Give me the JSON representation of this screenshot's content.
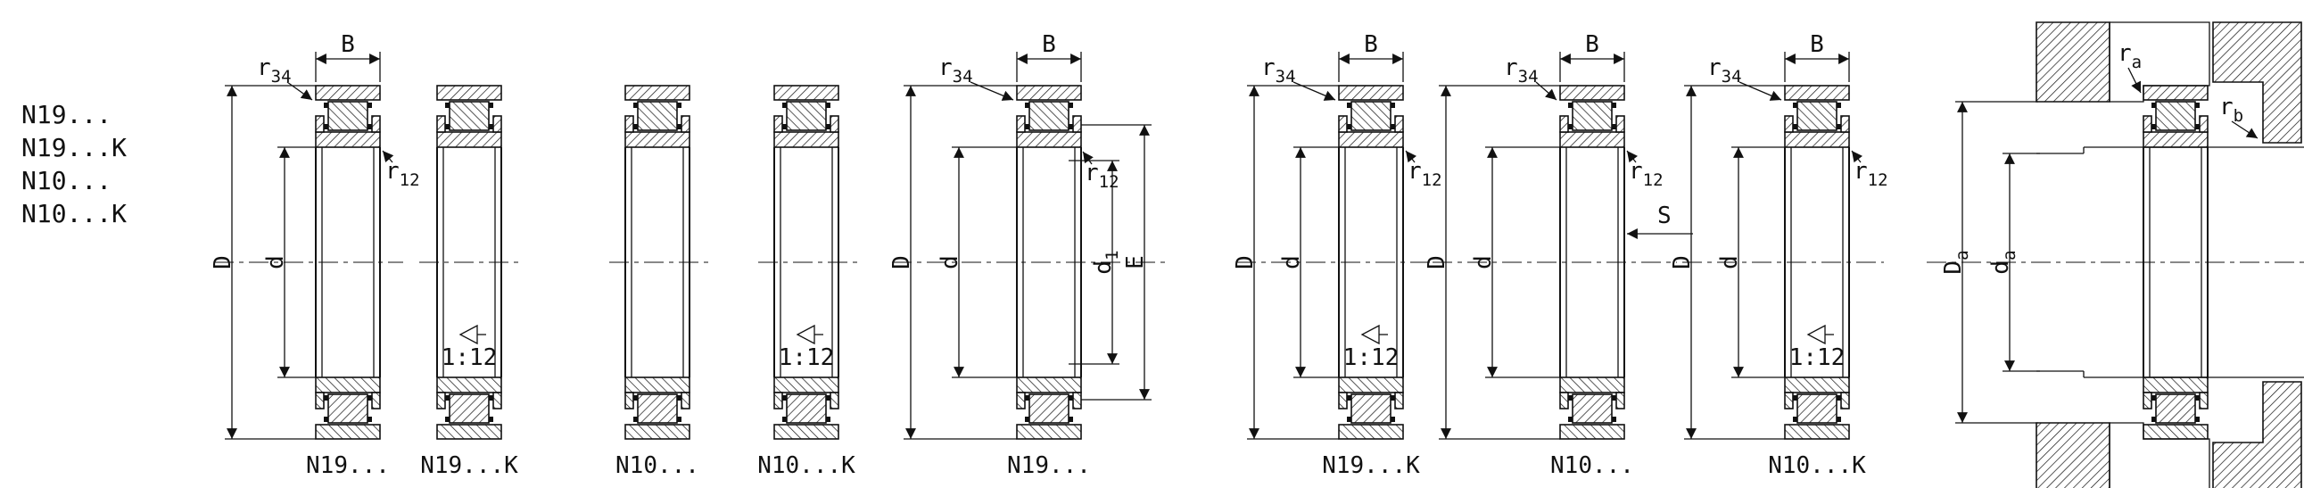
{
  "colors": {
    "ink": "#111111",
    "background": "#ffffff"
  },
  "series": [
    "N19...",
    "N19...K",
    "N10...",
    "N10...K"
  ],
  "captions": [
    "N19...",
    "N19...K",
    "N10...",
    "N10...K",
    "N19...",
    "N19...K",
    "N10...",
    "N10...K"
  ],
  "dim_labels": {
    "B": "B",
    "D": "D",
    "d": "d",
    "r": "r",
    "E": "E",
    "S": "S",
    "taper": "1:12",
    "sub_34": "34",
    "sub_12": "12",
    "sub_1": "1",
    "sub_a": "a",
    "sub_b": "b"
  }
}
